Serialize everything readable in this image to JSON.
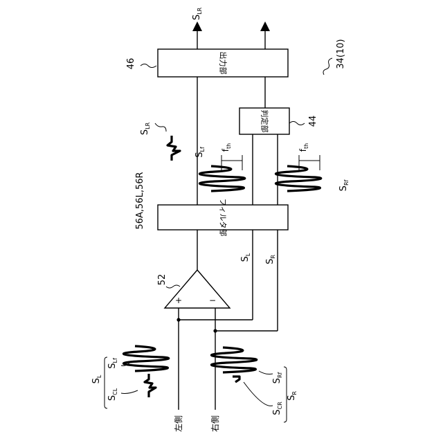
{
  "figure_ref": "34(10)",
  "blocks": {
    "output": {
      "ref": "46",
      "label": "出力部"
    },
    "judge": {
      "ref": "44",
      "label": "判定部"
    },
    "filter": {
      "ref": "56A,56L,56R",
      "label": "フィルタ部"
    },
    "amp": {
      "ref": "52",
      "plus": "+",
      "minus": "−"
    }
  },
  "signals": {
    "out_main": {
      "base": "S",
      "sub": "LR"
    },
    "slr_wave": {
      "base": "S",
      "sub": "LR"
    },
    "slf": {
      "base": "S",
      "sub": "Lf"
    },
    "srf": {
      "base": "S",
      "sub": "Rf"
    },
    "fth_1": {
      "base": "f",
      "sub": "th"
    },
    "fth_2": {
      "base": "f",
      "sub": "th"
    },
    "sl_line": {
      "base": "S",
      "sub": "L"
    },
    "sr_line": {
      "base": "S",
      "sub": "R"
    },
    "left_sl": {
      "base": "S",
      "sub": "L"
    },
    "left_scl": {
      "base": "S",
      "sub": "CL"
    },
    "left_slf": {
      "base": "S",
      "sub": "Lf"
    },
    "right_sr": {
      "base": "S",
      "sub": "R"
    },
    "right_scr": {
      "base": "S",
      "sub": "CR"
    },
    "right_srf": {
      "base": "S",
      "sub": "Rf"
    }
  },
  "inputs": {
    "left": "左側",
    "right": "右側"
  }
}
